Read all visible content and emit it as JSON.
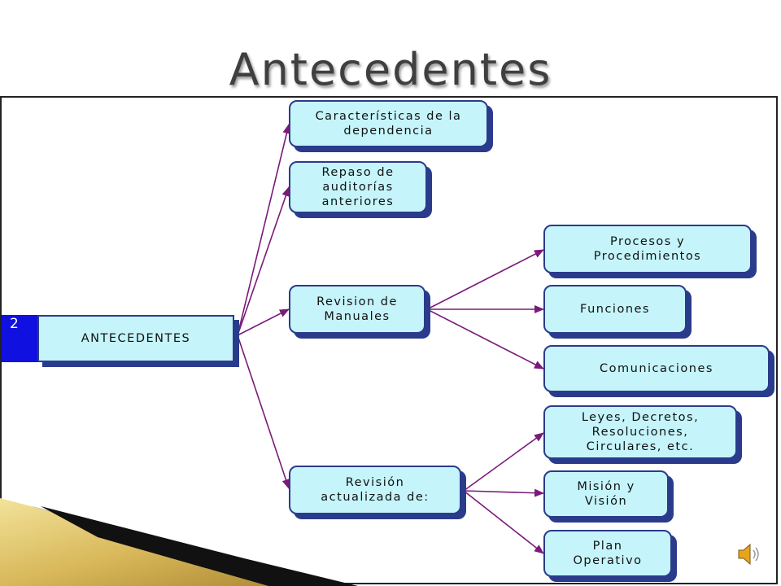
{
  "slide": {
    "title": "Antecedentes"
  },
  "diagram": {
    "root": {
      "number": "2",
      "label": "ANTECEDENTES"
    },
    "branches": [
      "Características de la\ndependencia",
      "Repaso de\nauditorías\nanteriores",
      "Revision de\nManuales",
      "Revisión\nactualizada de:"
    ],
    "manuales_children": [
      "Procesos y\nProcedimientos",
      "Funciones",
      "Comunicaciones"
    ],
    "revision_children": [
      "Leyes, Decretos,\nResoluciones,\nCirculares, etc.",
      "Misión y\nVisión",
      "Plan\nOperativo"
    ]
  },
  "colors": {
    "node_fill": "#c5f5fb",
    "node_border": "#2b3b8c",
    "connector": "#7a1a7a",
    "root_tab": "#1010e0"
  },
  "icons": {
    "audio": "speaker-icon"
  }
}
